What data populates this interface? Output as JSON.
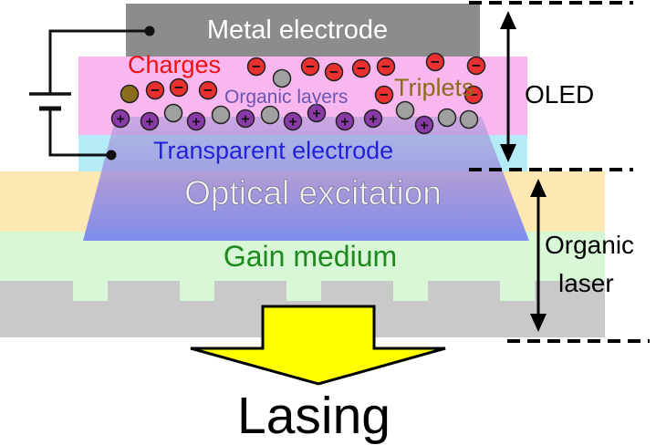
{
  "labels": {
    "metal_electrode": "Metal electrode",
    "charges": "Charges",
    "organic_layers": "Organic layers",
    "triplets": "Triplets",
    "transparent_electrode": "Transparent electrode",
    "optical_excitation": "Optical excitation",
    "gain_medium": "Gain medium",
    "oled": "OLED",
    "organic_laser_line1": "Organic",
    "organic_laser_line2": "laser",
    "lasing": "Lasing"
  },
  "particle_symbols": {
    "negative": "−",
    "positive": "+"
  },
  "colors": {
    "metal_electrode": "#8c8c8c",
    "organic_layers": "#f9b7f0",
    "transparent_electrode": "#b3ecf7",
    "top_band": "#fde8b4",
    "gain_medium": "#d7f7d7",
    "grating": "#c9c9c9",
    "charges_text": "#ee1111",
    "triplets_text": "#8b6d1c",
    "organic_layers_text": "#6b55b0",
    "transparent_text": "#2222dd",
    "gain_text": "#1e8a1e",
    "negative_particle": "#e83030",
    "positive_particle": "#8a3aa8",
    "triplet_particle": "#a0a0a0",
    "arrow_fill": "#ffff00"
  }
}
